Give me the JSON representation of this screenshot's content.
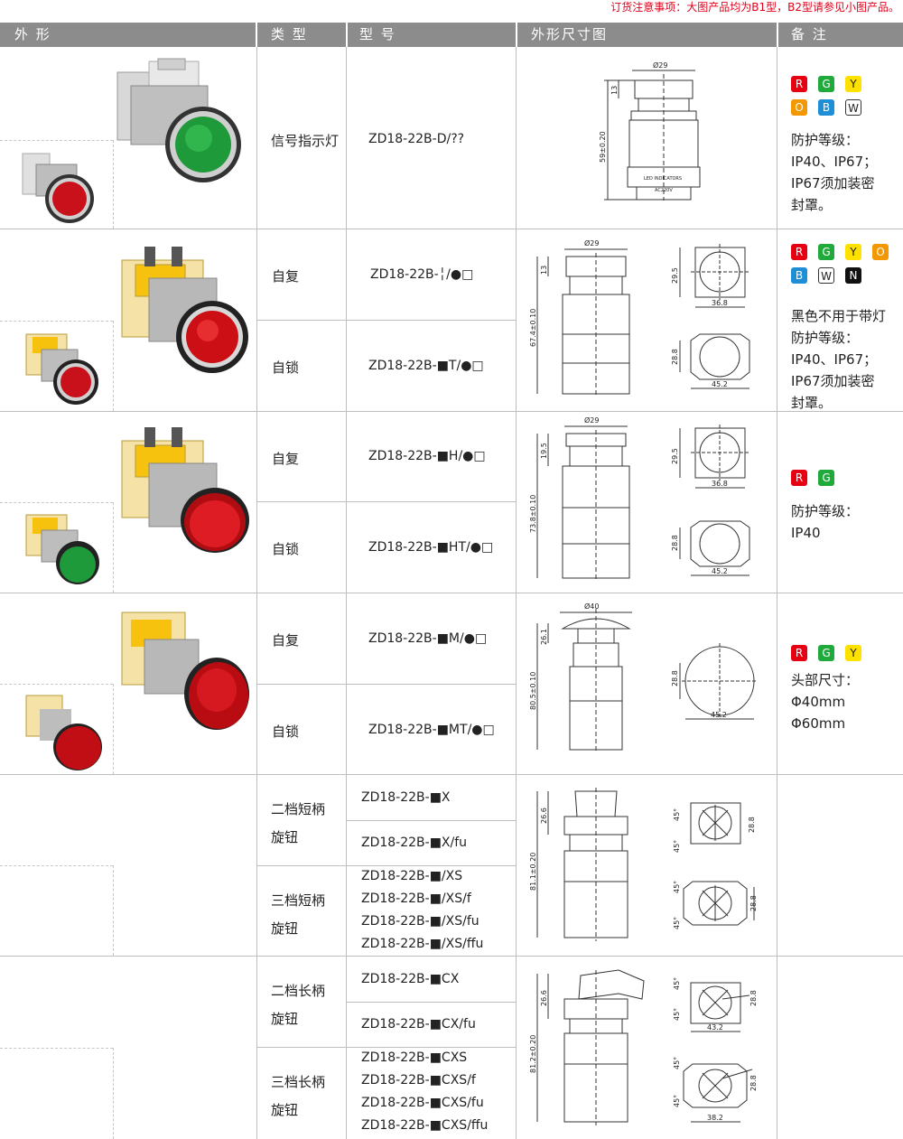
{
  "top_note": "订货注意事项：大图产品均为B1型，B2型请参见小图产品。",
  "headers": {
    "shape": "外 形",
    "type": "类 型",
    "model": "型 号",
    "dimension": "外形尺寸图",
    "remark": "备 注"
  },
  "rows": {
    "r1": {
      "type": "信号指示灯",
      "model": "ZD18-22B-D/??",
      "chips": [
        "R",
        "G",
        "Y",
        "O",
        "B",
        "W"
      ],
      "remark": [
        "防护等级：",
        "IP40、IP67；",
        "IP67须加装密",
        "封罩。"
      ],
      "dims": {
        "d": "Ø29",
        "h": "13",
        "l": "59±0.20",
        "led": "LED INDICATORS",
        "v": "AC220V"
      }
    },
    "r2": {
      "types": [
        "自复",
        "自锁"
      ],
      "models": [
        "ZD18-22B-╎/●□",
        "ZD18-22B-■T/●□"
      ],
      "chips": [
        "R",
        "G",
        "Y",
        "O",
        "B",
        "W",
        "N"
      ],
      "remark": [
        "黑色不用于带灯",
        "防护等级：",
        "IP40、IP67；",
        "IP67须加装密",
        "封罩。"
      ],
      "dims": {
        "d": "Ø29",
        "h": "13",
        "l": "67.4±0.10",
        "a": "29.5",
        "b": "36.8",
        "c": "28.8",
        "e": "45.2"
      }
    },
    "r3": {
      "types": [
        "自复",
        "自锁"
      ],
      "models": [
        "ZD18-22B-■H/●□",
        "ZD18-22B-■HT/●□"
      ],
      "chips": [
        "R",
        "G"
      ],
      "remark": [
        "防护等级：",
        "IP40"
      ],
      "dims": {
        "d": "Ø29",
        "h": "19.5",
        "l": "73.8±0.10",
        "a": "29.5",
        "b": "36.8",
        "c": "28.8",
        "e": "45.2"
      }
    },
    "r4": {
      "types": [
        "自复",
        "自锁"
      ],
      "models": [
        "ZD18-22B-■M/●□",
        "ZD18-22B-■MT/●□"
      ],
      "chips": [
        "R",
        "G",
        "Y"
      ],
      "remark": [
        "头部尺寸：",
        "Φ40mm",
        "Φ60mm"
      ],
      "dims": {
        "d": "Ø40",
        "h": "26.1",
        "l": "80.5±0.10",
        "c": "28.8",
        "e": "45.2"
      }
    },
    "r5": {
      "types": [
        [
          "二档短柄",
          "旋钮"
        ],
        [
          "三档短柄",
          "旋钮"
        ]
      ],
      "models_a": [
        "ZD18-22B-■X"
      ],
      "models_b": [
        "ZD18-22B-■X/fu"
      ],
      "models_c": [
        "ZD18-22B-■/XS",
        "ZD18-22B-■/XS/f",
        "ZD18-22B-■/XS/fu",
        "ZD18-22B-■/XS/ffu"
      ],
      "dims": {
        "h": "26.6",
        "l": "81.1±0.20",
        "ang": "45°",
        "c": "28.8"
      }
    },
    "r6": {
      "types": [
        [
          "二档长柄",
          "旋钮"
        ],
        [
          "三档长柄",
          "旋钮"
        ]
      ],
      "models_a": [
        "ZD18-22B-■CX"
      ],
      "models_b": [
        "ZD18-22B-■CX/fu"
      ],
      "models_c": [
        "ZD18-22B-■CXS",
        "ZD18-22B-■CXS/f",
        "ZD18-22B-■CXS/fu",
        "ZD18-22B-■CXS/ffu"
      ],
      "dims": {
        "h": "26.6",
        "l": "81.2±0.20",
        "ang": "45°",
        "c": "28.8",
        "e1": "43.2",
        "e2": "38.2"
      }
    }
  },
  "chip_colors": {
    "R": "#e60012",
    "G": "#1faa3b",
    "Y": "#ffe100",
    "O": "#f39800",
    "B": "#1e8fd6",
    "W": "#ffffff",
    "N": "#111111"
  }
}
